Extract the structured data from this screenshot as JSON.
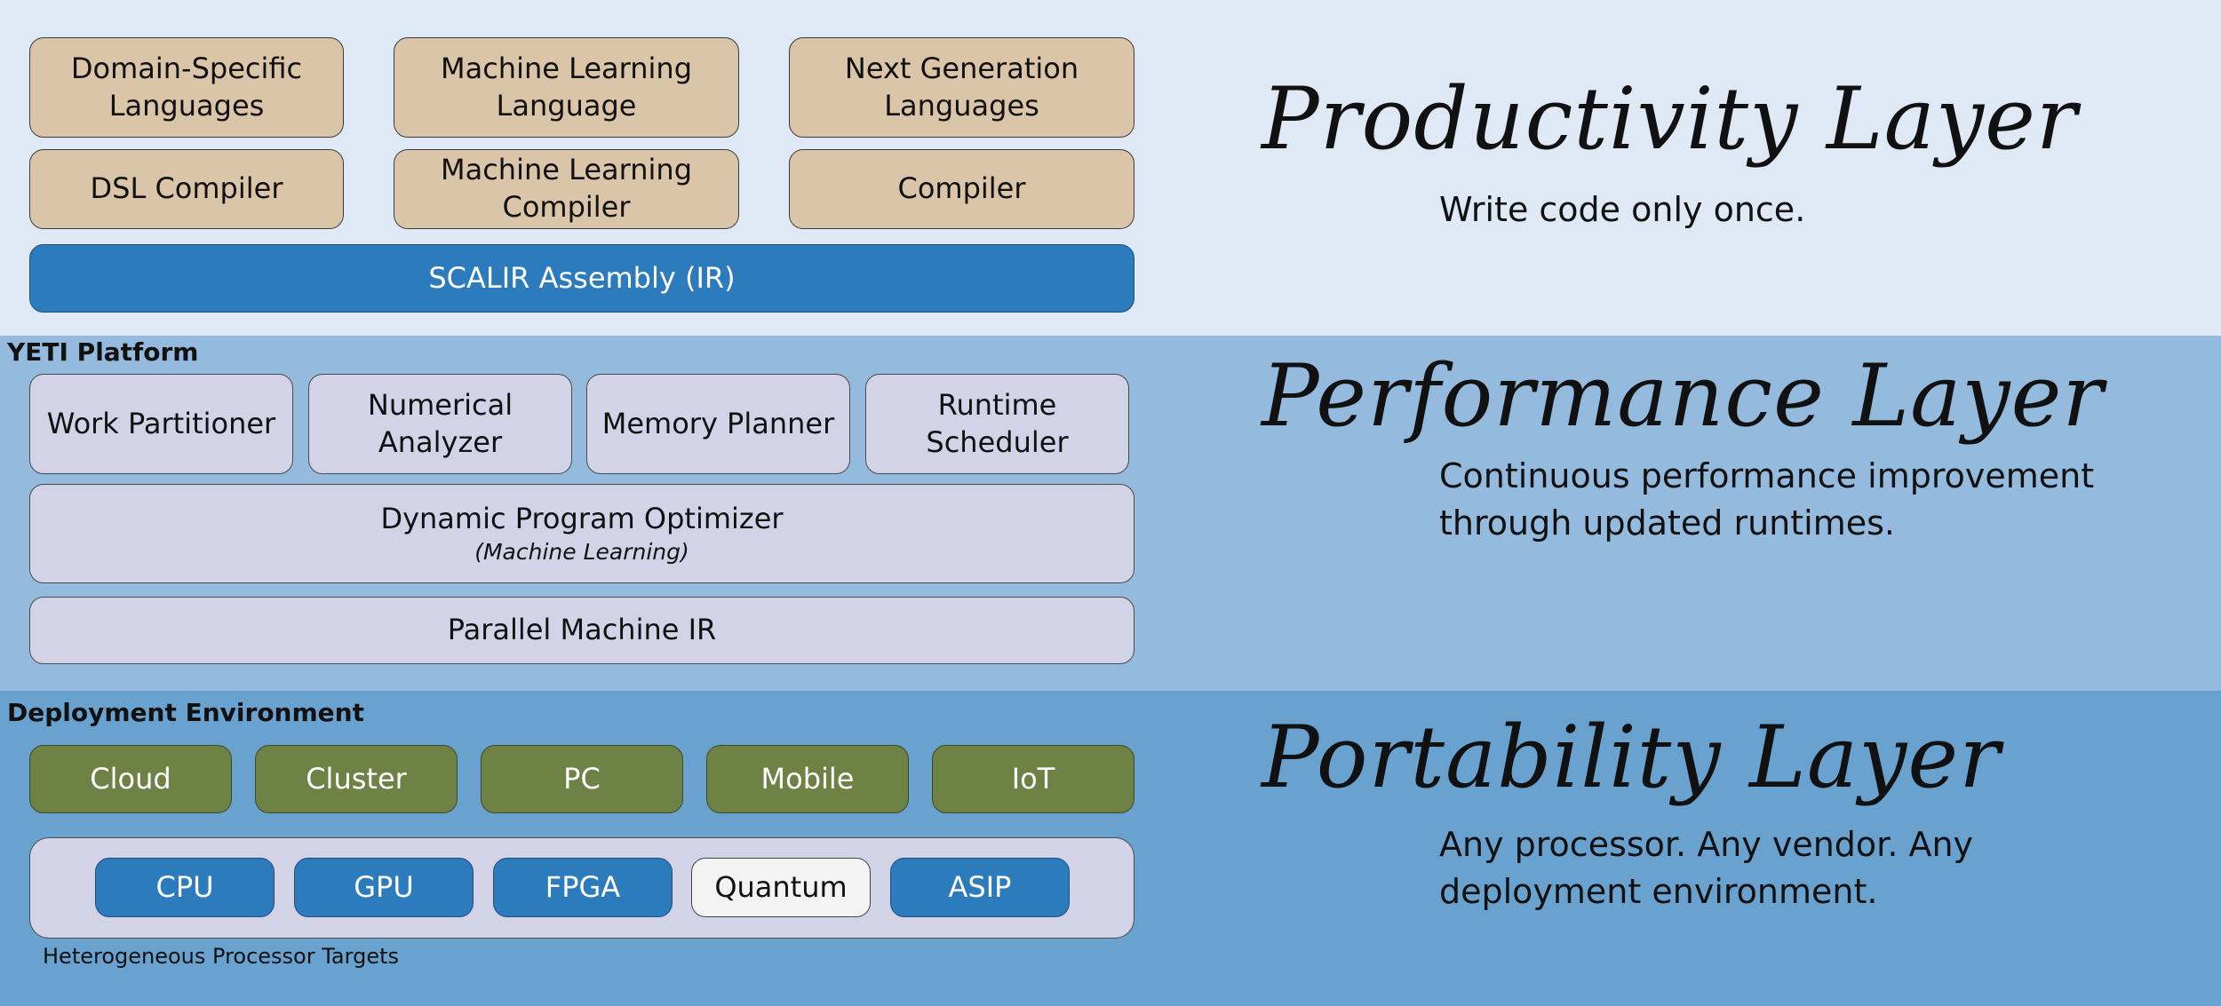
{
  "productivity": {
    "title": "Productivity Layer",
    "description": "Write code only once.",
    "boxes": [
      "Domain-Specific Languages",
      "Machine Learning Language",
      "Next Generation Languages",
      "DSL Compiler",
      "Machine Learning Compiler",
      "Compiler"
    ],
    "ir": "SCALIR Assembly (IR)"
  },
  "performance": {
    "section_label": "YETI Platform",
    "title": "Performance Layer",
    "description": "Continuous performance improvement through updated runtimes.",
    "components": [
      "Work Partitioner",
      "Numerical Analyzer",
      "Memory Planner",
      "Runtime Scheduler"
    ],
    "optimizer": "Dynamic Program Optimizer",
    "optimizer_sub": "(Machine Learning)",
    "ir": "Parallel Machine IR"
  },
  "portability": {
    "section_label": "Deployment Environment",
    "title": "Portability Layer",
    "description": "Any processor.  Any vendor.  Any deployment environment.",
    "environments": [
      "Cloud",
      "Cluster",
      "PC",
      "Mobile",
      "IoT"
    ],
    "processors": [
      "CPU",
      "GPU",
      "FPGA",
      "Quantum",
      "ASIP"
    ],
    "targets_label": "Heterogeneous Processor Targets"
  },
  "colors": {
    "productivity_band": "#dfe9f5",
    "performance_band": "#94badd",
    "portability_band": "#6aa2cf",
    "language_box": "#dbc5a9",
    "ir_box": "#2c7bbc",
    "runtime_box": "#d3d3e8",
    "environment_box": "#6e8246",
    "quantum_box": "#f3f3f3"
  }
}
